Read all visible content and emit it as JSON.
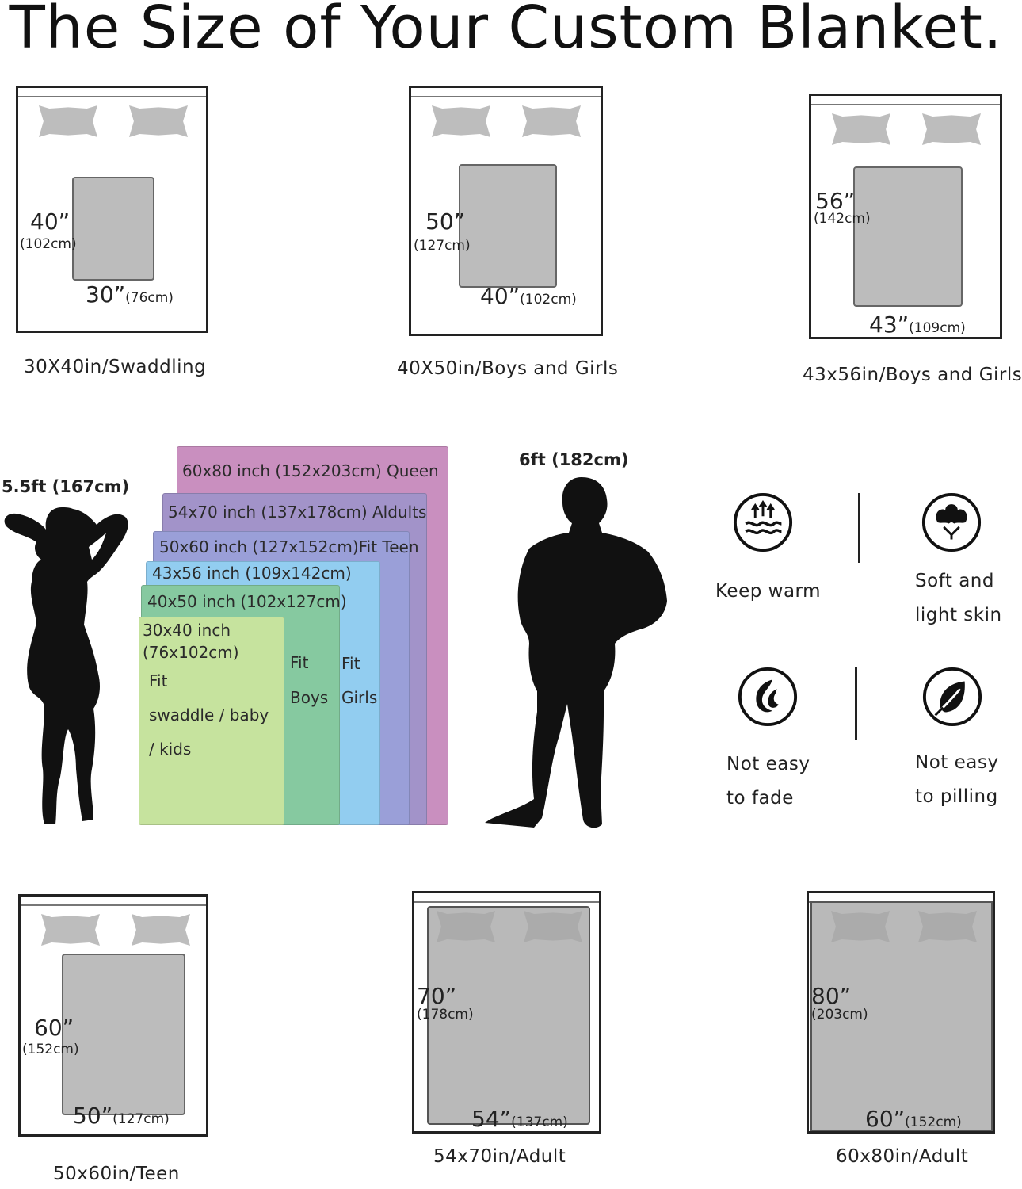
{
  "title": "The Size of Your Custom Blanket.",
  "beds": [
    {
      "height": "40”",
      "height_cm": "(102cm)",
      "width": "30”",
      "width_cm": "(76cm)",
      "caption": "30X40in/Swaddling"
    },
    {
      "height": "50”",
      "height_cm": "(127cm)",
      "width": "40”",
      "width_cm": "(102cm)",
      "caption": "40X50in/Boys and Girls"
    },
    {
      "height": "56”",
      "height_cm": "(142cm)",
      "width": "43”",
      "width_cm": "(109cm)",
      "caption": "43x56in/Boys and Girls"
    },
    {
      "height": "60”",
      "height_cm": "(152cm)",
      "width": "50”",
      "width_cm": "(127cm)",
      "caption": "50x60in/Teen"
    },
    {
      "height": "70”",
      "height_cm": "(178cm)",
      "width": "54”",
      "width_cm": "(137cm)",
      "caption": "54x70in/Adult"
    },
    {
      "height": "80”",
      "height_cm": "(203cm)",
      "width": "60”",
      "width_cm": "(152cm)",
      "caption": "60x80in/Adult"
    }
  ],
  "woman_height": "5.5ft (167cm)",
  "man_height": "6ft (182cm)",
  "size_chart": {
    "queen": "60x80 inch (152x203cm) Queen",
    "adults": "54x70 inch (137x178cm)  Aldults",
    "teen": "50x60 inch (127x152cm)Fit Teen",
    "s43": "43x56 inch (109x142cm)",
    "s40": "40x50 inch (102x127cm)",
    "s30_line1": "30x40 inch",
    "s30_line2": "(76x102cm)",
    "s30_line3": "Fit",
    "s30_line4": "swaddle / baby",
    "s30_line5": "/ kids",
    "fit1": "Fit",
    "boys": "Boys",
    "fit2": "Fit",
    "girls": "Girls",
    "colors": {
      "queen": "#c98fbf",
      "adults": "#a293c9",
      "teen": "#9a9fd8",
      "s43": "#92cdf0",
      "s40": "#86c9a0",
      "s30": "#c6e39e"
    }
  },
  "features": [
    {
      "icon": "keep-warm-icon",
      "line1": "Keep warm",
      "line2": ""
    },
    {
      "icon": "cotton-flower-icon",
      "line1": "Soft and",
      "line2": "light skin"
    },
    {
      "icon": "feather-swirl-icon",
      "line1": "Not easy",
      "line2": "to fade"
    },
    {
      "icon": "leaf-icon",
      "line1": "Not easy",
      "line2": "to pilling"
    }
  ]
}
